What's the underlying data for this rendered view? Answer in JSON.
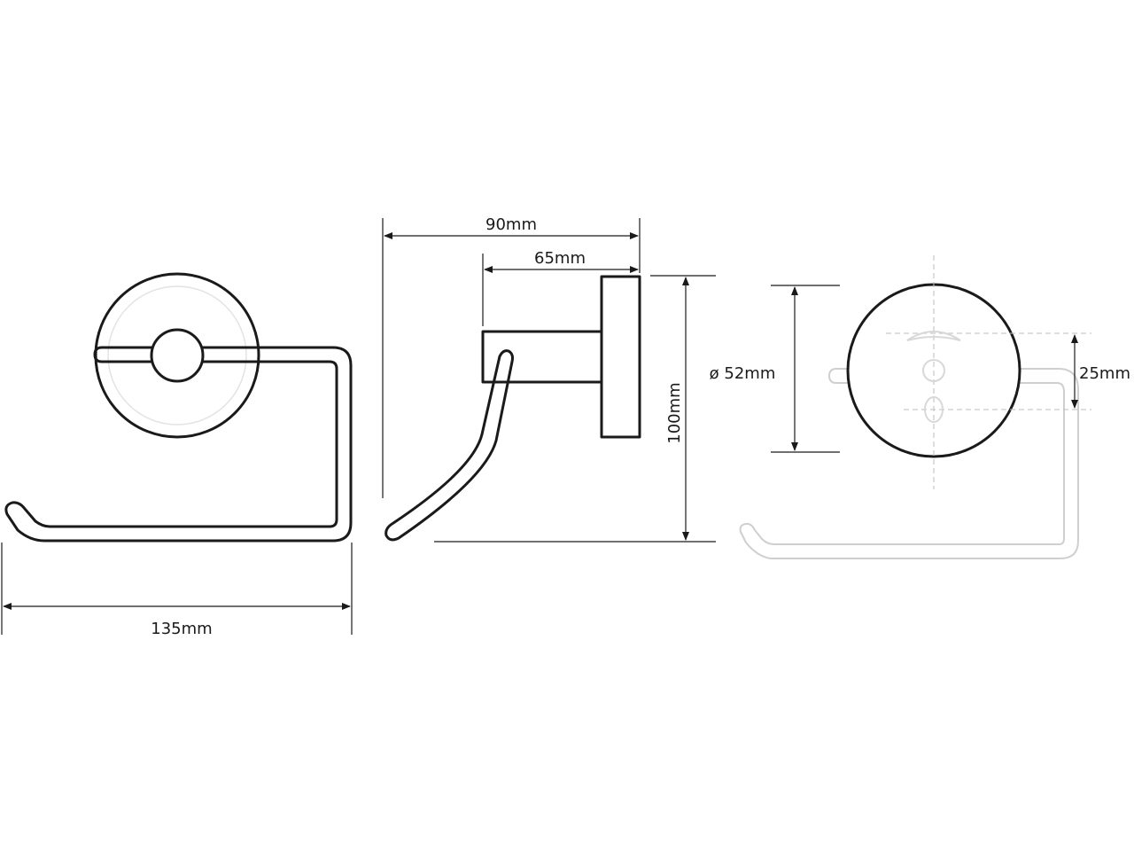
{
  "dimensions": {
    "width_front": "135mm",
    "depth_total": "90mm",
    "depth_arm": "65mm",
    "height_total": "100mm",
    "rosette_diameter": "ø 52mm",
    "hole_spacing": "25mm"
  },
  "colors": {
    "line": "#1a1a1a",
    "faded_line": "#cfcfcf",
    "background": "#ffffff"
  }
}
